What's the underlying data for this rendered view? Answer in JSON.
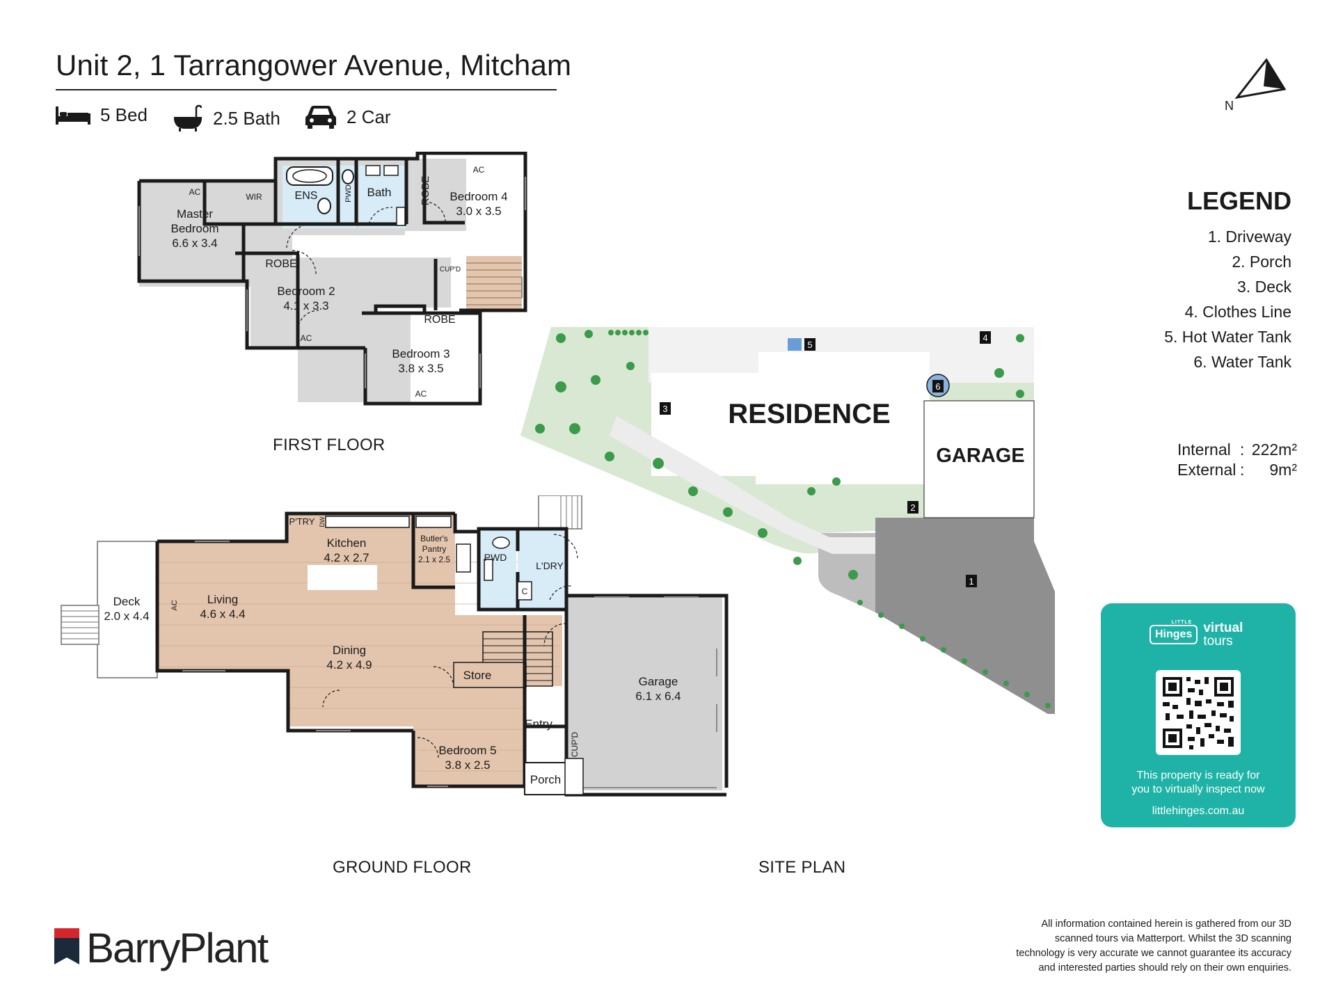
{
  "header": {
    "title": "Unit 2, 1 Tarrangower Avenue, Mitcham",
    "stats": {
      "bed": "5 Bed",
      "bath": "2.5 Bath",
      "car": "2 Car"
    },
    "north_label": "N"
  },
  "colors": {
    "wood_floor": "#e3c5ad",
    "tile_floor": "#d8d8d8",
    "wet_area": "#d7ecf7",
    "garage_floor": "#d2d2d2",
    "lawn": "#d9e8d2",
    "shrub": "#3c9a4b",
    "driveway": "#8f8f8f",
    "teal_panel": "#1eb3a6",
    "wall": "#1a1a1a",
    "hot_water_tank": "#6a9cd8"
  },
  "first_floor": {
    "label": "FIRST FLOOR",
    "rooms": {
      "master_name": "Master",
      "master_name2": "Bedroom",
      "master_size": "6.6 x 3.4",
      "wir": "WIR",
      "ens": "ENS",
      "pwd": "PWD",
      "bath": "Bath",
      "robe_v": "ROBE",
      "bed4_name": "Bedroom 4",
      "bed4_size": "3.0 x 3.5",
      "robe_bed2": "ROBE",
      "bed2_name": "Bedroom 2",
      "bed2_size": "4.1 x 3.3",
      "cupd": "CUP'D",
      "robe_bed3": "ROBE",
      "bed3_name": "Bedroom 3",
      "bed3_size": "3.8 x 3.5",
      "ac": "AC"
    }
  },
  "ground_floor": {
    "label": "GROUND FLOOR",
    "rooms": {
      "ptry": "P'TRY",
      "dw": "DW",
      "kitchen_name": "Kitchen",
      "kitchen_size": "4.2 x 2.7",
      "butlers1": "Butler's",
      "butlers2": "Pantry",
      "butlers_size": "2.1 x 2.5",
      "pwd": "PWD",
      "ldry": "L'DRY",
      "c": "C",
      "deck_name": "Deck",
      "deck_size": "2.0 x 4.4",
      "ac": "AC",
      "living_name": "Living",
      "living_size": "4.6 x 4.4",
      "dining_name": "Dining",
      "dining_size": "4.2 x 4.9",
      "store": "Store",
      "garage_name": "Garage",
      "garage_size": "6.1 x 6.4",
      "entry": "Entry",
      "cupd": "CUP'D",
      "bed5_name": "Bedroom 5",
      "bed5_size": "3.8 x 2.5",
      "porch": "Porch"
    }
  },
  "site_plan": {
    "label": "SITE PLAN",
    "residence": "RESIDENCE",
    "garage": "GARAGE",
    "markers": [
      "1",
      "2",
      "3",
      "4",
      "5",
      "6"
    ]
  },
  "legend": {
    "title": "LEGEND",
    "items": [
      "1. Driveway",
      "2. Porch",
      "3. Deck",
      "4. Clothes Line",
      "5. Hot Water Tank",
      "6. Water Tank"
    ],
    "internal_label": "Internal",
    "internal_value": "222m²",
    "external_label": "External",
    "external_value": "9m²",
    "colon": ":"
  },
  "virtual_tour": {
    "little": "LITTLE",
    "hinges": "Hinges",
    "virtual": "virtual",
    "tours": "tours",
    "message_line1": "This property is ready for",
    "message_line2": "you to virtually inspect now",
    "url": "littlehinges.com.au"
  },
  "footer": {
    "brand": "BarryPlant",
    "disclaimer": [
      "All information contained herein is gathered from our 3D",
      "scanned tours via Matterport. Whilst the 3D scanning",
      "technology is very accurate we cannot guarantee its accuracy",
      "and interested parties should rely on their own enquiries."
    ]
  }
}
